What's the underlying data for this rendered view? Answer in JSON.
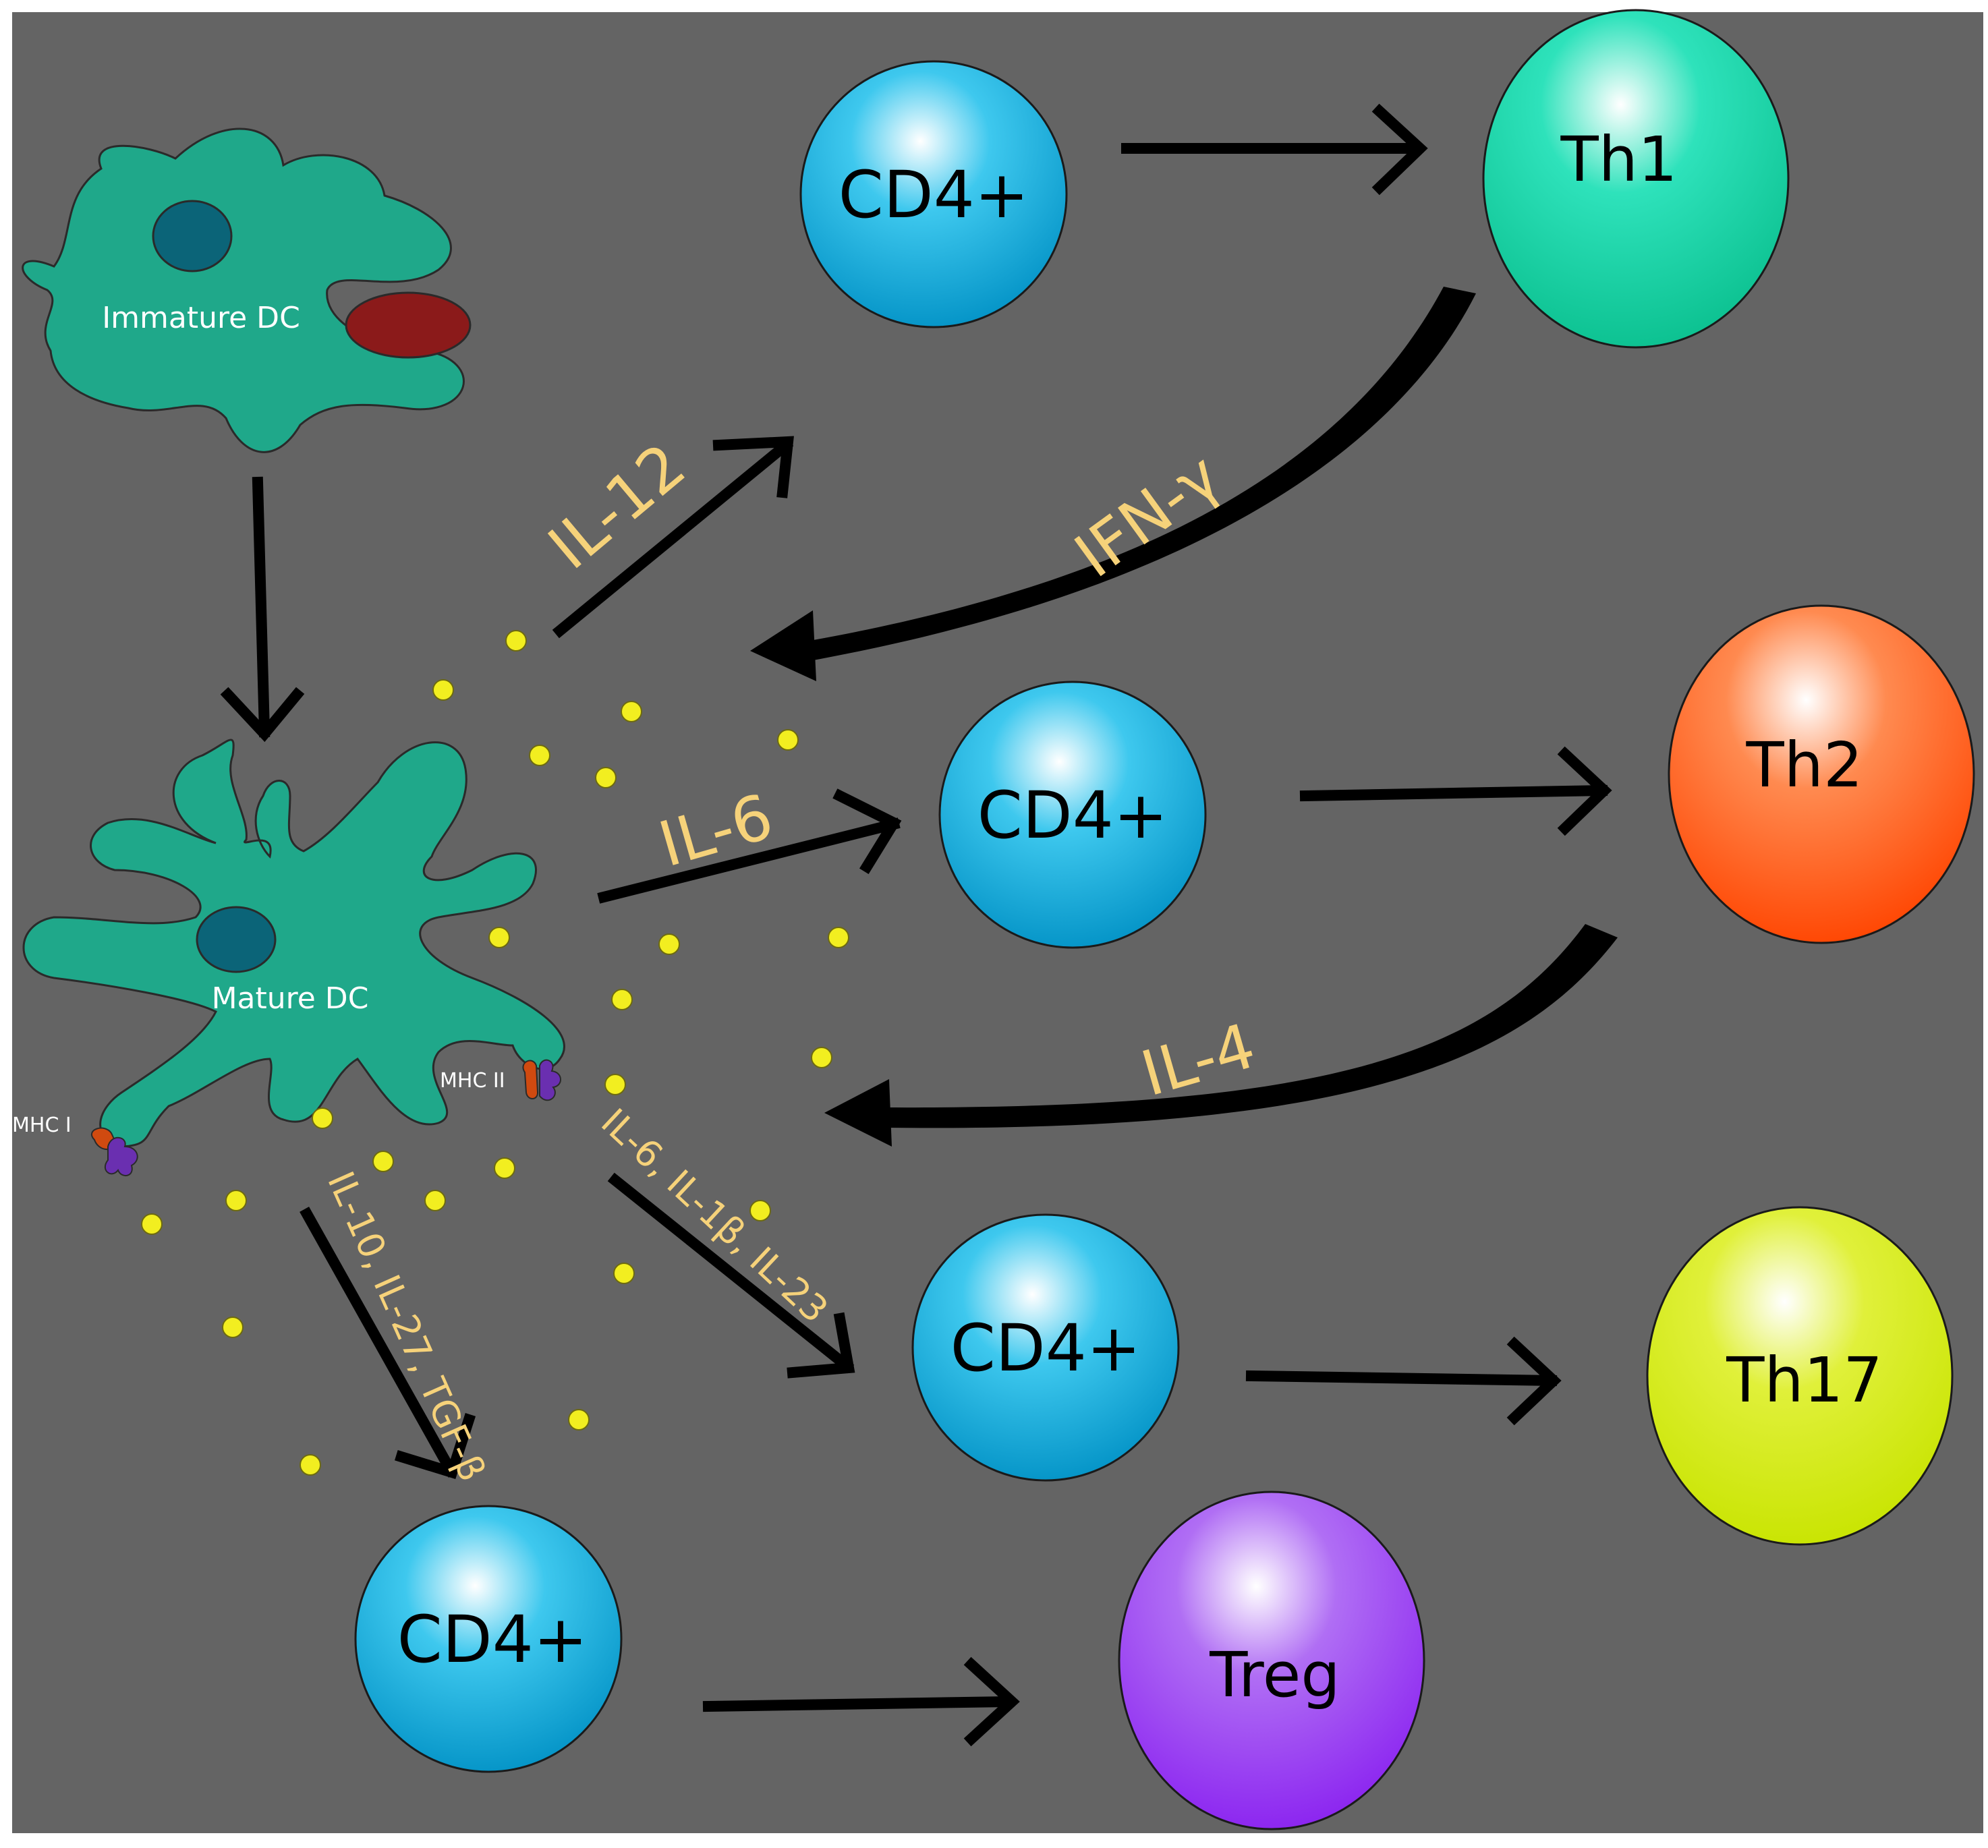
{
  "cells": {
    "immature_dc": "Immature DC",
    "mature_dc": "Mature DC",
    "mhc_i": "MHC I",
    "mhc_ii": "MHC II",
    "cd4": "CD4+",
    "th1": "Th1",
    "th2": "Th2",
    "th17": "Th17",
    "treg": "Treg"
  },
  "cytokines": {
    "il12": "IL-12",
    "il6": "IL-6",
    "th17_signal": "IL-6, IL-1β, IL-23",
    "treg_signal": "IL-10, IL-27, TGF-β",
    "ifn": "IFN-γ",
    "il4": "IL-4"
  },
  "colors": {
    "background": "#646464",
    "dendritic_cell": "#1fa88a",
    "nucleus": "#0b6478",
    "antigen": "#8b1a1a",
    "cd4": "#00a6d6",
    "th1": "#12d4a8",
    "th2": "#ff5a10",
    "th17": "#d4ea10",
    "treg": "#9a3ff0",
    "cytokine_dot": "#f2ee20",
    "cytokine_text": "#f6d27a"
  }
}
